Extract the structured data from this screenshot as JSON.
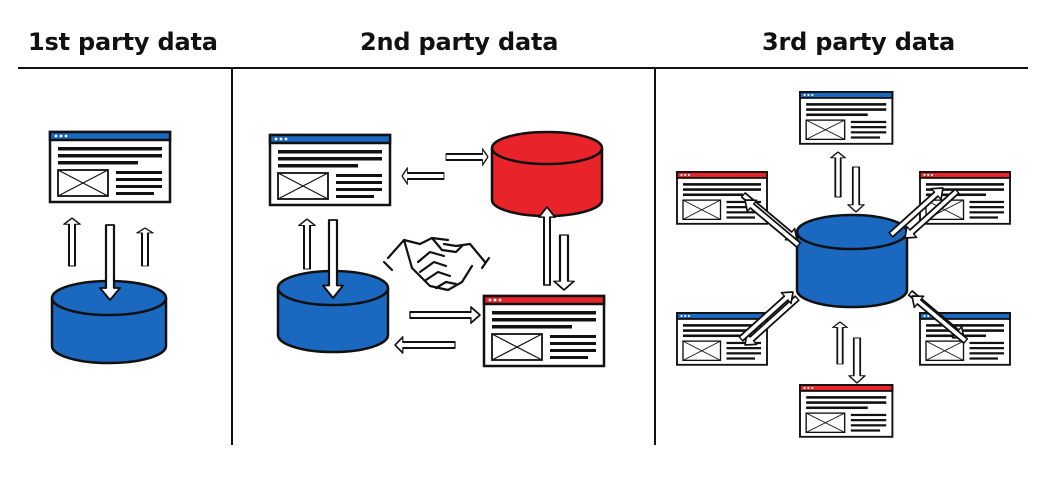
{
  "panels": [
    {
      "title": "1st party data"
    },
    {
      "title": "2nd party data"
    },
    {
      "title": "3rd party data"
    }
  ],
  "colors": {
    "ink": "#111111",
    "blue": "#1a68c0",
    "red": "#e8232a",
    "arrow_fill": "#ffffff"
  },
  "icons": {
    "browser_window": "browser-window-icon",
    "database": "database-icon",
    "handshake": "handshake-icon",
    "arrow": "arrow-icon"
  }
}
